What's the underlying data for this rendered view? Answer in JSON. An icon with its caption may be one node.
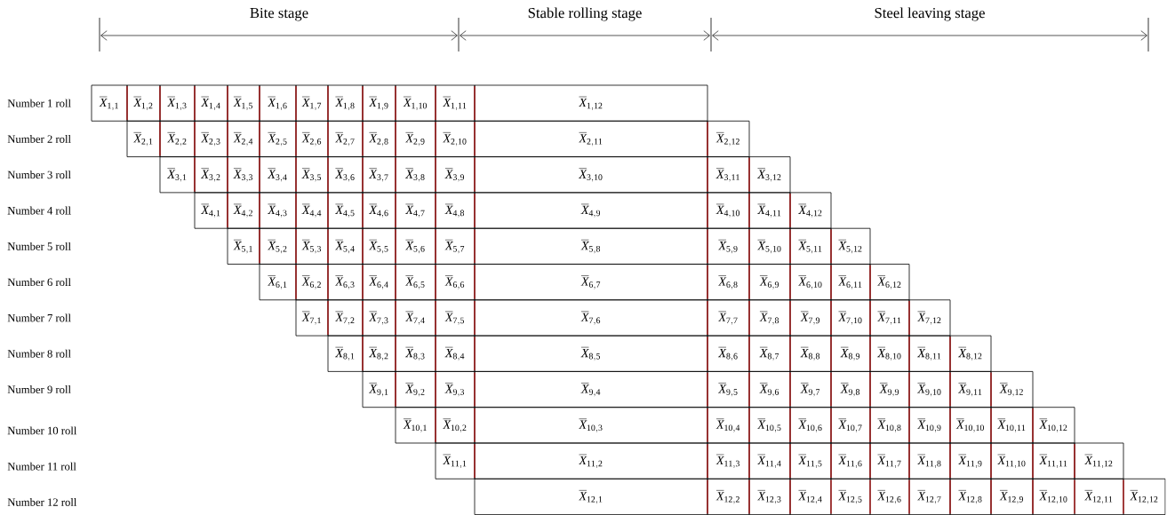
{
  "diagram": {
    "nodes": [
      {
        "text": [
          "\\overline{X}_{1,1}"
        ]
      },
      {
        "text": [
          "\\overline{X}_{1,2}"
        ]
      },
      {
        "text": [
          "\\overline{X}_{1,3}"
        ]
      },
      {
        "text": [
          "\\overline{X}_{1,4}"
        ]
      },
      {
        "text": [
          "\\overline{X}_{1,5}"
        ]
      },
      {
        "text": [
          "\\overline{X}_{1,6}"
        ]
      },
      {
        "text": [
          "\\overline{X}_{1,7}"
        ]
      },
      {
        "text": [
          "\\overline{X}_{1,8}"
        ]
      },
      {
        "text": [
          "\\overline{X}_{1,9}"
        ]
      },
      {
        "text": [
          "\\overline{X}_{1,10}"
        ]
      },
      {
        "text": [
          "\\overline{X}_{1,11}"
        ]
      },
      {
        "text": [
          "\\overline{X}_{1,12}"
        ]
      },
      {
        "text": [
          "\\overline{X}_{2,1}"
        ]
      },
      {
        "text": [
          "\\overline{X}_{2,2}"
        ]
      },
      {
        "text": [
          "\\overline{X}_{2,3}"
        ]
      },
      {
        "text": [
          "\\overline{X}_{2,4}"
        ]
      },
      {
        "text": [
          "\\overline{X}_{2,5}"
        ]
      },
      {
        "text": [
          "\\overline{X}_{2,6}"
        ]
      },
      {
        "text": [
          "\\overline{X}_{2,7}"
        ]
      },
      {
        "text": [
          "\\overline{X}_{2,8}"
        ]
      },
      {
        "text": [
          "\\overline{X}_{2,9}"
        ]
      },
      {
        "text": [
          "\\overline{X}_{2,10}"
        ]
      },
      {
        "text": [
          "\\overline{X}_{2,11}"
        ]
      },
      {
        "text": [
          "\\overline{X}_{2,12}"
        ]
      },
      {
        "text": [
          "\\overline{X}_{3,1}"
        ]
      },
      {
        "text": [
          "\\overline{X}_{3,2}"
        ]
      },
      {
        "text": [
          "\\overline{X}_{3,3}"
        ]
      },
      {
        "text": [
          "\\overline{X}_{3,4}"
        ]
      },
      {
        "text": [
          "\\overline{X}_{3,5}"
        ]
      },
      {
        "text": [
          "\\overline{X}_{3,6}"
        ]
      },
      {
        "text": [
          "\\overline{X}_{3,7}"
        ]
      },
      {
        "text": [
          "\\overline{X}_{3,8}"
        ]
      },
      {
        "text": [
          "\\overline{X}_{3,9}"
        ]
      },
      {
        "text": [
          "\\overline{X}_{3,10}"
        ]
      },
      {
        "text": [
          "\\overline{X}_{3,11}"
        ]
      },
      {
        "text": [
          "\\overline{X}_{3,12}"
        ]
      },
      {
        "text": [
          "\\overline{X}_{4,1}"
        ]
      },
      {
        "text": [
          "\\overline{X}_{4,2}"
        ]
      },
      {
        "text": [
          "\\overline{X}_{4,3}"
        ]
      },
      {
        "text": [
          "\\overline{X}_{4,4}"
        ]
      },
      {
        "text": [
          "\\overline{X}_{4,5}"
        ]
      },
      {
        "text": [
          "\\overline{X}_{4,6}"
        ]
      },
      {
        "text": [
          "\\overline{X}_{4,7}"
        ]
      },
      {
        "text": [
          "\\overline{X}_{4,8}"
        ]
      },
      {
        "text": [
          "\\overline{X}_{4,9}"
        ]
      },
      {
        "text": [
          "\\overline{X}_{4,10}"
        ]
      },
      {
        "text": [
          "\\overline{X}_{4,11}"
        ]
      },
      {
        "text": [
          "\\overline{X}_{4,12}"
        ]
      },
      {
        "text": [
          "\\overline{X}_{5,1}"
        ]
      },
      {
        "text": [
          "\\overline{X}_{5,2}"
        ]
      },
      {
        "text": [
          "\\overline{X}_{5,3}"
        ]
      },
      {
        "text": [
          "\\overline{X}_{5,4}"
        ]
      },
      {
        "text": [
          "\\overline{X}_{5,5}"
        ]
      },
      {
        "text": [
          "\\overline{X}_{5,6}"
        ]
      },
      {
        "text": [
          "\\overline{X}_{5,7}"
        ]
      },
      {
        "text": [
          "\\overline{X}_{5,8}"
        ]
      },
      {
        "text": [
          "\\overline{X}_{5,9}"
        ]
      },
      {
        "text": [
          "\\overline{X}_{5,10}"
        ]
      },
      {
        "text": [
          "\\overline{X}_{5,11}"
        ]
      },
      {
        "text": [
          "\\overline{X}_{5,12}"
        ]
      },
      {
        "text": [
          "\\overline{X}_{6,1}"
        ]
      },
      {
        "text": [
          "\\overline{X}_{6,2}"
        ]
      },
      {
        "text": [
          "\\overline{X}_{6,3}"
        ]
      },
      {
        "text": [
          "\\overline{X}_{6,4}"
        ]
      },
      {
        "text": [
          "\\overline{X}_{6,5}"
        ]
      },
      {
        "text": [
          "\\overline{X}_{6,6}"
        ]
      },
      {
        "text": [
          "\\overline{X}_{6,7}"
        ]
      },
      {
        "text": [
          "\\overline{X}_{6,8}"
        ]
      },
      {
        "text": [
          "\\overline{X}_{6,9}"
        ]
      },
      {
        "text": [
          "\\overline{X}_{6,10}"
        ]
      },
      {
        "text": [
          "\\overline{X}_{6,11}"
        ]
      },
      {
        "text": [
          "\\overline{X}_{6,12}"
        ]
      },
      {
        "text": [
          "\\overline{X}_{7,1}"
        ]
      },
      {
        "text": [
          "\\overline{X}_{7,2}"
        ]
      },
      {
        "text": [
          "\\overline{X}_{7,3}"
        ]
      },
      {
        "text": [
          "\\overline{X}_{7,4}"
        ]
      },
      {
        "text": [
          "\\overline{X}_{7,5}"
        ]
      },
      {
        "text": [
          "\\overline{X}_{7,6}"
        ]
      },
      {
        "text": [
          "\\overline{X}_{7,7}"
        ]
      },
      {
        "text": [
          "\\overline{X}_{7,8}"
        ]
      },
      {
        "text": [
          "\\overline{X}_{7,9}"
        ]
      },
      {
        "text": [
          "\\overline{X}_{7,10}"
        ]
      },
      {
        "text": [
          "\\overline{X}_{7,11}"
        ]
      },
      {
        "text": [
          "\\overline{X}_{7,12}"
        ]
      },
      {
        "text": [
          "\\overline{X}_{8,1}"
        ]
      },
      {
        "text": [
          "\\overline{X}_{8,2}"
        ]
      },
      {
        "text": [
          "\\overline{X}_{8,3}"
        ]
      },
      {
        "text": [
          "\\overline{X}_{8,4}"
        ]
      },
      {
        "text": [
          "\\overline{X}_{8,5}"
        ]
      },
      {
        "text": [
          "\\overline{X}_{8,6}"
        ]
      },
      {
        "text": [
          "\\overline{X}_{8,7}"
        ]
      },
      {
        "text": [
          "\\overline{X}_{8,8}"
        ]
      },
      {
        "text": [
          "\\overline{X}_{8,9}"
        ]
      },
      {
        "text": [
          "\\overline{X}_{8,10}"
        ]
      },
      {
        "text": [
          "\\overline{X}_{8,11}"
        ]
      },
      {
        "text": [
          "\\overline{X}_{8,12}"
        ]
      },
      {
        "text": [
          "\\overline{X}_{9,1}"
        ]
      },
      {
        "text": [
          "\\overline{X}_{9,2}"
        ]
      },
      {
        "text": [
          "\\overline{X}_{9,3}"
        ]
      },
      {
        "text": [
          "\\overline{X}_{9,4}"
        ]
      },
      {
        "text": [
          "\\overline{X}_{9,5}"
        ]
      },
      {
        "text": [
          "\\overline{X}_{9,6}"
        ]
      },
      {
        "text": [
          "\\overline{X}_{9,7}"
        ]
      },
      {
        "text": [
          "\\overline{X}_{9,8}"
        ]
      },
      {
        "text": [
          "\\overline{X}_{9,9}"
        ]
      },
      {
        "text": [
          "\\overline{X}_{9,10}"
        ]
      },
      {
        "text": [
          "\\overline{X}_{9,11}"
        ]
      },
      {
        "text": [
          "\\overline{X}_{9,12}"
        ]
      },
      {
        "text": [
          "\\overline{X}_{10,1}"
        ]
      },
      {
        "text": [
          "\\overline{X}_{10,2}"
        ]
      },
      {
        "text": [
          "\\overline{X}_{10,3}"
        ]
      },
      {
        "text": [
          "\\overline{X}_{10,4}"
        ]
      },
      {
        "text": [
          "\\overline{X}_{10,5}"
        ]
      },
      {
        "text": [
          "\\overline{X}_{10,6}"
        ]
      },
      {
        "text": [
          "\\overline{X}_{10,7}"
        ]
      },
      {
        "text": [
          "\\overline{X}_{10,8}"
        ]
      },
      {
        "text": [
          "\\overline{X}_{10,9}"
        ]
      },
      {
        "text": [
          "\\overline{X}_{10,10}"
        ]
      },
      {
        "text": [
          "\\overline{X}_{10,11}"
        ]
      },
      {
        "text": [
          "\\overline{X}_{10,12}"
        ]
      },
      {
        "text": [
          "\\overline{X}_{11,1}"
        ]
      },
      {
        "text": [
          "\\overline{X}_{11,2}"
        ]
      },
      {
        "text": [
          "\\overline{X}_{11,3}"
        ]
      },
      {
        "text": [
          "\\overline{X}_{11,4}"
        ]
      },
      {
        "text": [
          "\\overline{X}_{11,5}"
        ]
      },
      {
        "text": [
          "\\overline{X}_{11,6}"
        ]
      },
      {
        "text": [
          "\\overline{X}_{11,7}"
        ]
      },
      {
        "text": [
          "\\overline{X}_{11,8}"
        ]
      },
      {
        "text": [
          "\\overline{X}_{11,9}"
        ]
      },
      {
        "text": [
          "\\overline{X}_{11,10}"
        ]
      },
      {
        "text": [
          "\\overline{X}_{11,11}"
        ]
      },
      {
        "text": [
          "\\overline{X}_{11,12}"
        ]
      },
      {
        "text": [
          "\\overline{X}_{12,1}"
        ]
      },
      {
        "text": [
          "\\overline{X}_{12,2}"
        ]
      },
      {
        "text": [
          "\\overline{X}_{12,3}"
        ]
      },
      {
        "text": [
          "\\overline{X}_{12,4}"
        ]
      },
      {
        "text": [
          "\\overline{X}_{12,5}"
        ]
      },
      {
        "text": [
          "\\overline{X}_{12,6}"
        ]
      },
      {
        "text": [
          "\\overline{X}_{12,7}"
        ]
      },
      {
        "text": [
          "\\overline{X}_{12,8}"
        ]
      },
      {
        "text": [
          "\\overline{X}_{12,9}"
        ]
      },
      {
        "text": [
          "\\overline{X}_{12,10}"
        ]
      },
      {
        "text": [
          "\\overline{X}_{12,11}"
        ]
      },
      {
        "text": [
          "\\overline{X}_{12,12}"
        ]
      }
    ],
    "labels": [
      "Bite stage",
      "Stable rolling stage",
      "Steel leaving stage",
      "Number 1 roll",
      "Number 2 roll",
      "Number 3 roll",
      "Number 4 roll",
      "Number 5 roll",
      "Number 6 roll",
      "Number 7 roll",
      "Number 8 roll",
      "Number 9 roll",
      "Number 10 roll",
      "Number 11 roll",
      "Number 12 roll"
    ]
  }
}
